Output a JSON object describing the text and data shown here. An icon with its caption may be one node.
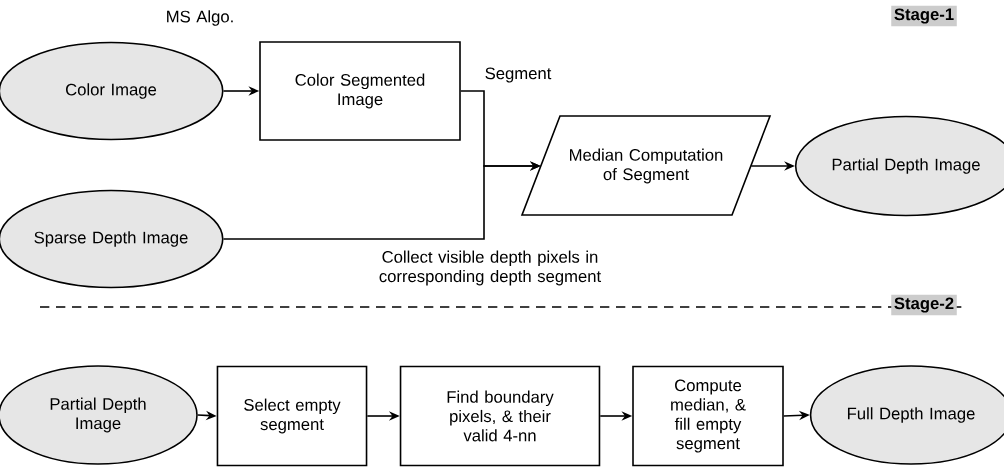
{
  "diagram": {
    "nodes": [
      {
        "text": [
          "Color Image"
        ]
      },
      {
        "text": [
          "Color Segmented Image"
        ]
      },
      {
        "text": [
          "Median Computation of Segment"
        ]
      },
      {
        "text": [
          "Partial Depth Image"
        ]
      },
      {
        "text": [
          "Sparse Depth Image"
        ]
      },
      {
        "text": [
          "Partial Depth Image"
        ]
      },
      {
        "text": [
          "Select empty segment"
        ]
      },
      {
        "text": [
          "Find boundary pixels, & their valid 4-nn"
        ]
      },
      {
        "text": [
          "Compute median, & fill empty segment"
        ]
      },
      {
        "text": [
          "Full Depth Image"
        ]
      }
    ],
    "edges": [
      {
        "from": 0,
        "to": 1,
        "arrow": "to",
        "label": "MS Algo."
      },
      {
        "from": 1,
        "to": 2,
        "arrow": "to",
        "label": "Segment"
      },
      {
        "from": 4,
        "to": 2,
        "arrow": "to",
        "label": "Collect visible depth pixels in corresponding depth segment"
      },
      {
        "from": 2,
        "to": 3,
        "arrow": "to"
      },
      {
        "from": 5,
        "to": 6,
        "arrow": "to"
      },
      {
        "from": 6,
        "to": 7,
        "arrow": "to"
      },
      {
        "from": 7,
        "to": 8,
        "arrow": "to"
      },
      {
        "from": 8,
        "to": 9,
        "arrow": "to"
      }
    ],
    "labels": [
      "Stage-1",
      "Stage-2"
    ]
  }
}
